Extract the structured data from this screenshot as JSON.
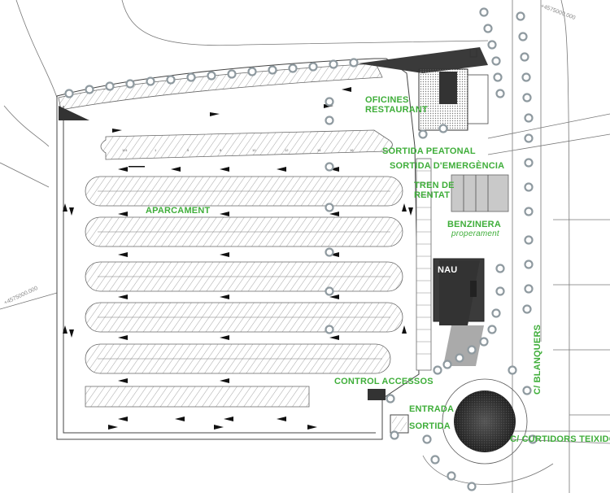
{
  "labels": {
    "oficines": "OFICINES",
    "restaurant": "RESTAURANT",
    "sortida_peatonal": "SORTIDA PEATONAL",
    "sortida_emergencia": "SORTIDA D'EMERGÈNCIA",
    "tren_de": "TREN DE",
    "rentat": "RENTAT",
    "aparcament": "APARCAMENT",
    "benzinera": "BENZINERA",
    "properament": "properament",
    "nau": "NAU",
    "control_accessos": "CONTROL ACCESSOS",
    "entrada": "ENTRADA",
    "sortida": "SORTIDA",
    "c_blanquers": "C/ BLANQUERS",
    "c_curtidors": "C/ CURTIDORS TEIXIDORS"
  },
  "coordinates": {
    "top": "+4575000.000",
    "left": "+4575000.000"
  },
  "colors": {
    "label": "#3fae3a",
    "line": "#555555",
    "hatch": "#9a9a9a",
    "tree": "#8f9aa0",
    "building": "#3a3a3a"
  },
  "icons": [
    "tree-icon",
    "traffic-arrow-icon",
    "roundabout-icon"
  ]
}
